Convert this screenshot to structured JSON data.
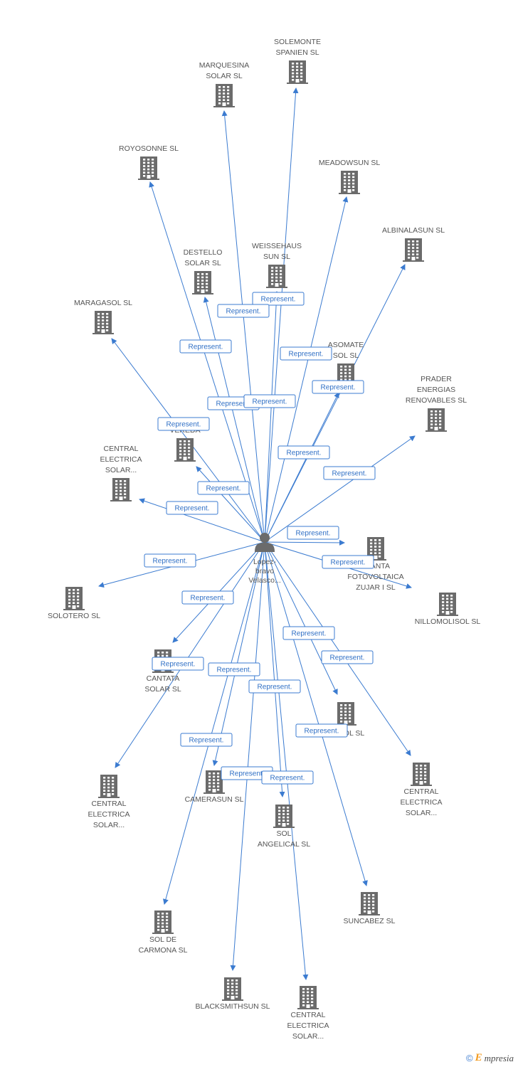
{
  "center": {
    "label_lines": [
      "Lopez-",
      "bravo",
      "Velasco..."
    ],
    "icon": "person-icon"
  },
  "edge_label": "Represent.",
  "companies": [
    {
      "id": "solemonte",
      "lines": [
        "SOLEMONTE",
        "SPANIEN SL"
      ]
    },
    {
      "id": "marquesina",
      "lines": [
        "MARQUESINA",
        "SOLAR SL"
      ]
    },
    {
      "id": "royosonne",
      "lines": [
        "ROYOSONNE SL"
      ]
    },
    {
      "id": "meadowsun",
      "lines": [
        "MEADOWSUN SL"
      ]
    },
    {
      "id": "albinalasun",
      "lines": [
        "ALBINALASUN SL"
      ]
    },
    {
      "id": "destello",
      "lines": [
        "DESTELLO",
        "SOLAR SL"
      ]
    },
    {
      "id": "weissehaus",
      "lines": [
        "WEISSEHAUS",
        "SUN SL"
      ]
    },
    {
      "id": "maragasol",
      "lines": [
        "MARAGASOL SL"
      ]
    },
    {
      "id": "asomate",
      "lines": [
        "ASOMATE",
        "SOL SL"
      ]
    },
    {
      "id": "prader",
      "lines": [
        "PRADER",
        "ENERGIAS",
        "RENOVABLES SL"
      ]
    },
    {
      "id": "vereda",
      "lines": [
        "VEREDA"
      ]
    },
    {
      "id": "central1",
      "lines": [
        "CENTRAL",
        "ELECTRICA",
        "SOLAR..."
      ]
    },
    {
      "id": "planta",
      "lines": [
        "PLANTA",
        "FOTOVOLTAICA",
        "ZUJAR I SL"
      ]
    },
    {
      "id": "nillomolisol",
      "lines": [
        "NILLOMOLISOL SL"
      ]
    },
    {
      "id": "solotero",
      "lines": [
        "SOLOTERO SL"
      ]
    },
    {
      "id": "cantata",
      "lines": [
        "CANTATA",
        "SOLAR SL"
      ]
    },
    {
      "id": "xsol",
      "lines": [
        "SOL SL"
      ]
    },
    {
      "id": "central2",
      "lines": [
        "CENTRAL",
        "ELECTRICA",
        "SOLAR..."
      ]
    },
    {
      "id": "central3",
      "lines": [
        "CENTRAL",
        "ELECTRICA",
        "SOLAR..."
      ]
    },
    {
      "id": "camerasun",
      "lines": [
        "CAMERASUN SL"
      ]
    },
    {
      "id": "solangelical",
      "lines": [
        "SOL",
        "ANGELICAL SL"
      ]
    },
    {
      "id": "suncabez",
      "lines": [
        "SUNCABEZ SL"
      ]
    },
    {
      "id": "solcarmona",
      "lines": [
        "SOL DE",
        "CARMONA SL"
      ]
    },
    {
      "id": "blacksmithsun",
      "lines": [
        "BLACKSMITHSUN SL"
      ]
    },
    {
      "id": "central4",
      "lines": [
        "CENTRAL",
        "ELECTRICA",
        "SOLAR..."
      ]
    }
  ],
  "colors": {
    "edge": "#3b7bd0",
    "node_icon": "#6b6b6b",
    "label_text": "#555555",
    "box_border": "#3b7bd0",
    "box_text": "#2f6fc5"
  },
  "brand": {
    "copyright_symbol": "©",
    "first_letter": "E",
    "rest": "mpresia"
  }
}
